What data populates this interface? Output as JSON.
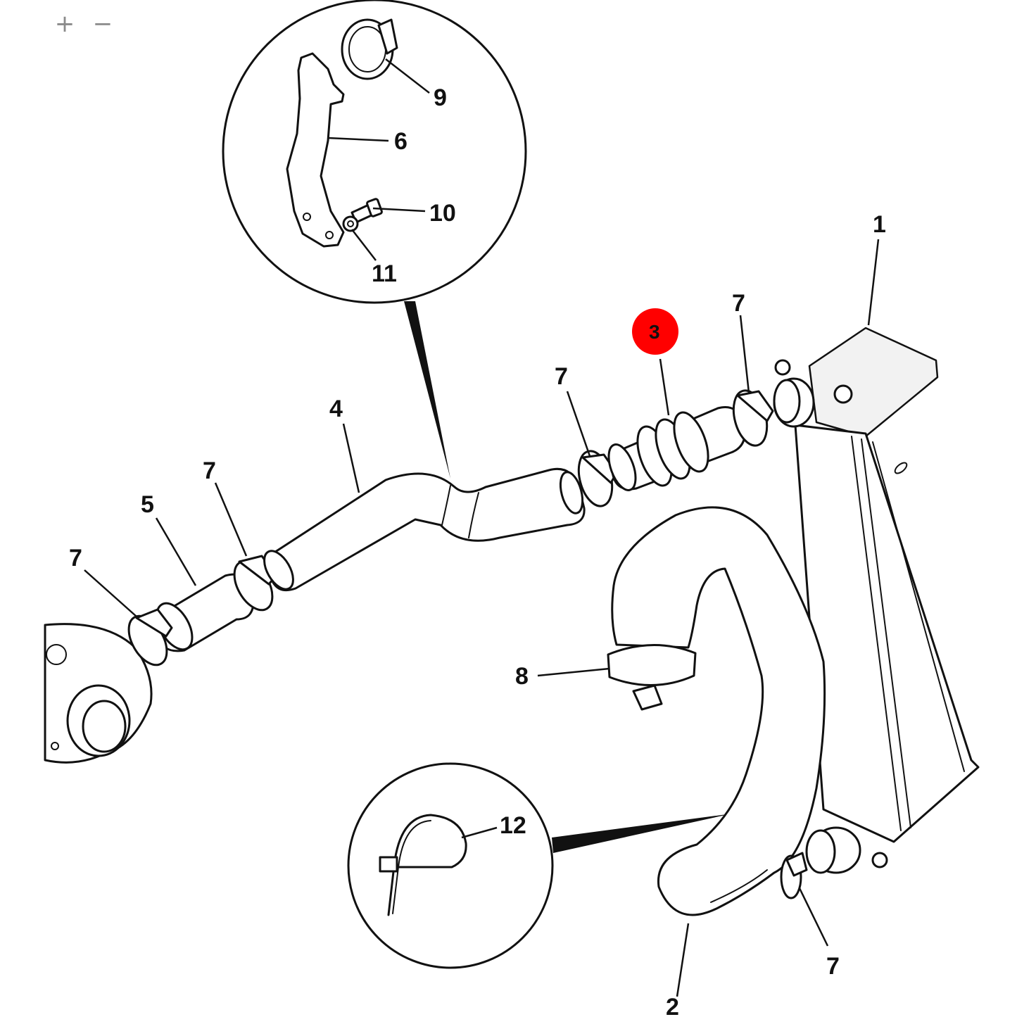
{
  "zoom": {
    "in_label": "+",
    "out_label": "−"
  },
  "highlight_color": "#ff0000",
  "callouts": {
    "c1": "1",
    "c2": "2",
    "c3": "3",
    "c4": "4",
    "c5": "5",
    "c6": "6",
    "c7a": "7",
    "c7b": "7",
    "c7c": "7",
    "c7d": "7",
    "c7e": "7",
    "c8": "8",
    "c9": "9",
    "c10": "10",
    "c11": "11",
    "c12": "12"
  }
}
